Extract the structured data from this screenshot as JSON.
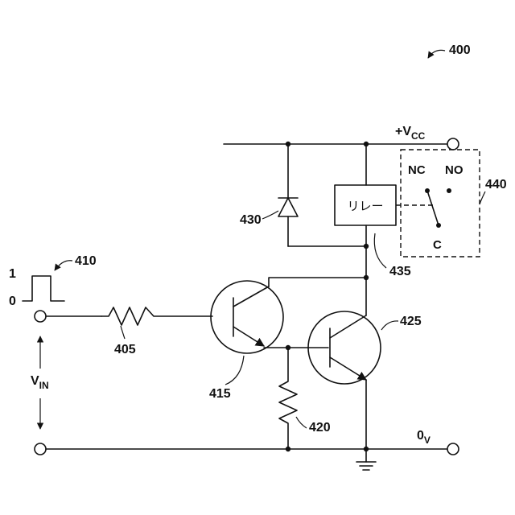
{
  "figure": {
    "ref": "400",
    "supply": {
      "main": "+V",
      "sub": "CC"
    },
    "ground": {
      "main": "0",
      "sub": "V"
    },
    "input": {
      "main": "V",
      "sub": "IN"
    },
    "pulse": {
      "high": "1",
      "low": "0"
    },
    "relay_text": "リレー",
    "switch": {
      "nc": "NC",
      "no": "NO",
      "common": "C"
    },
    "refs": {
      "resistor_in": "405",
      "pulse": "410",
      "transistor_1": "415",
      "resistor_e": "420",
      "transistor_2": "425",
      "diode": "430",
      "relay": "435",
      "switch_block": "440"
    }
  }
}
